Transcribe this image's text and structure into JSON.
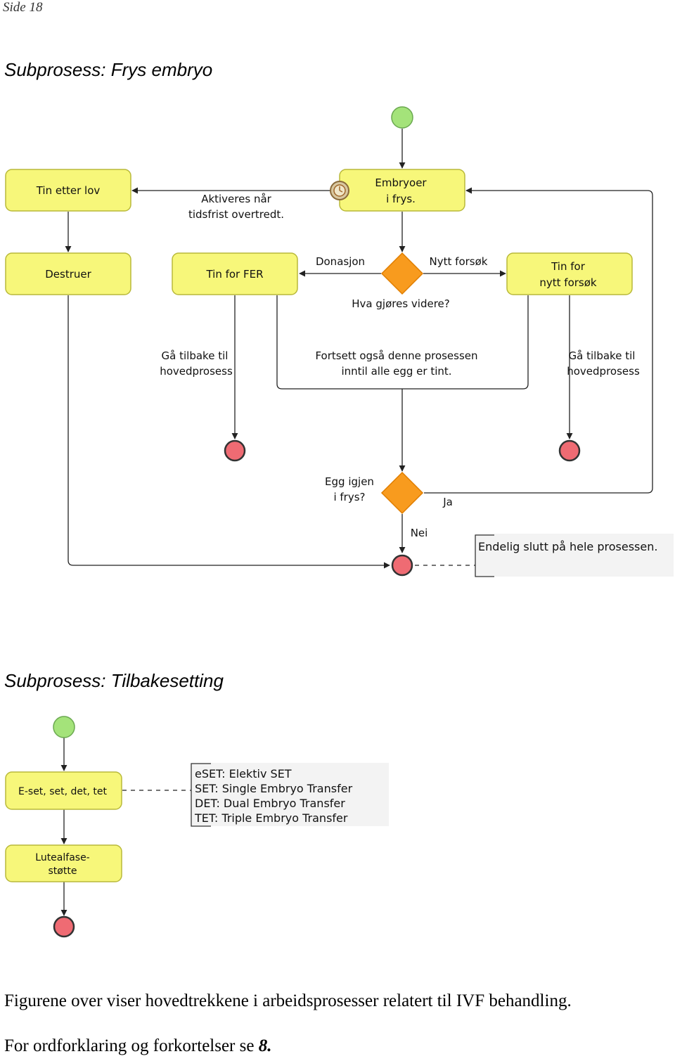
{
  "page_label": "Side 18",
  "diagram1": {
    "title": "Subprosess: Frys embryo",
    "nodes": {
      "tin_etter_lov": "Tin etter lov",
      "embryoer_line1": "Embryoer",
      "embryoer_line2": "i frys.",
      "destruer": "Destruer",
      "tin_for_fer": "Tin for FER",
      "tin_for_nytt_line1": "Tin for",
      "tin_for_nytt_line2": "nytt forsøk"
    },
    "decisions": {
      "hva_gjores": "Hva gjøres videre?",
      "egg_igjen_line1": "Egg igjen",
      "egg_igjen_line2": "i frys?"
    },
    "edge_labels": {
      "aktiveres_line1": "Aktiveres når",
      "aktiveres_line2": "tidsfrist overtredt.",
      "donasjon": "Donasjon",
      "nytt_forsok": "Nytt forsøk",
      "ga_tilbake_left_line1": "Gå tilbake til",
      "ga_tilbake_left_line2": "hovedprosess",
      "fortsett_line1": "Fortsett også denne prosessen",
      "fortsett_line2": "inntil alle egg er tint.",
      "ga_tilbake_right_line1": "Gå tilbake til",
      "ga_tilbake_right_line2": "hovedprosess",
      "ja": "Ja",
      "nei": "Nei"
    },
    "note": "Endelig slutt på hele prosessen."
  },
  "diagram2": {
    "title": "Subprosess: Tilbakesetting",
    "nodes": {
      "eset": "E-set, set, det, tet",
      "luteal_line1": "Lutealfase-",
      "luteal_line2": "støtte"
    },
    "note_lines": [
      "eSET: Elektiv SET",
      "SET: Single Embryo Transfer",
      "DET: Dual Embryo Transfer",
      "TET: Triple Embryo Transfer"
    ]
  },
  "captions": {
    "line1": "Figurene over viser hovedtrekkene i arbeidsprosesser relatert til IVF behandling.",
    "line2_prefix": "For ordforklaring og forkortelser se ",
    "line2_ref": "8."
  },
  "colors": {
    "activity_fill": "#f7f77a",
    "start_fill": "#a4e37a",
    "end_fill": "#ef6b73",
    "decision_fill": "#f89b1e"
  }
}
